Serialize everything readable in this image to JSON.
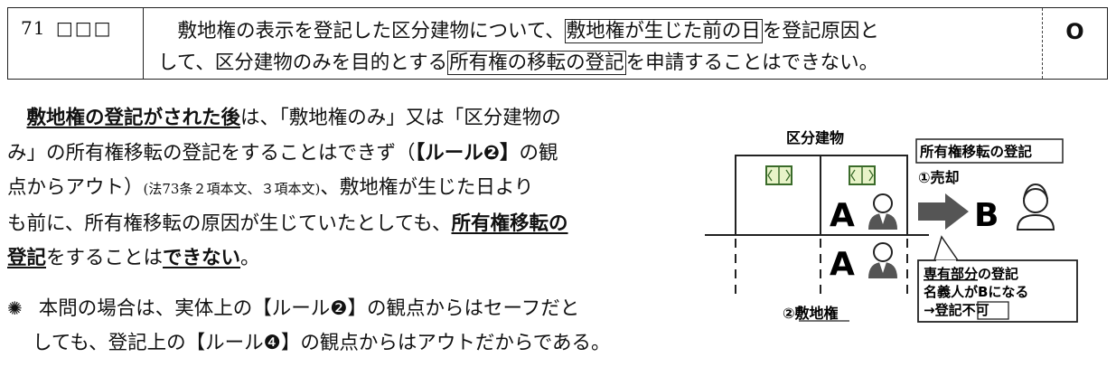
{
  "question": {
    "number": "71",
    "checkboxes": "□□□",
    "text_line1_a": "敷地権の表示を登記した区分建物について、",
    "text_line1_box": "敷地権が生じた前の日",
    "text_line1_b": "を登記原因と",
    "text_line2_a": "して、区分建物のみを目的とする",
    "text_line2_box": "所有権の移転の登記",
    "text_line2_b": "を申請することはできない。",
    "answer": "O"
  },
  "explanation": {
    "p1_bold_u": "敷地権の登記がされた後",
    "p1_a": "は、「敷地権のみ」又は「区分建物の",
    "p1_b": "み」の所有権移転の登記をすることはできず（",
    "p1_rule": "【ルール❷】",
    "p1_c": "の観",
    "p1_d": "点からアウト）",
    "p1_small": "(法73条２項本文、３項本文)",
    "p1_e": "、敷地権が生じた日より",
    "p1_f": "も前に、所有権移転の原因が生じていたとしても、",
    "p1_u1": "所有権移転の",
    "p1_u2": "登記",
    "p1_g": "をすることは",
    "p1_u3": "できない",
    "p1_h": "。"
  },
  "note": {
    "line1": "本問の場合は、実体上の【ルール❷】の観点からはセーフだと",
    "line2": "しても、登記上の【ルール❹】の観点からはアウトだからである。"
  },
  "diagram": {
    "building_label": "区分建物",
    "transfer_label": "所有権移転の登記",
    "sale_label": "①売却",
    "person_a": "A",
    "person_b": "B",
    "site_right_label": "②敷地権",
    "box_line1_u": "専有部分",
    "box_line1": "の登記",
    "box_line2": "名義人がBになる",
    "box_line3": "→登記",
    "box_line3_box": "不可"
  }
}
